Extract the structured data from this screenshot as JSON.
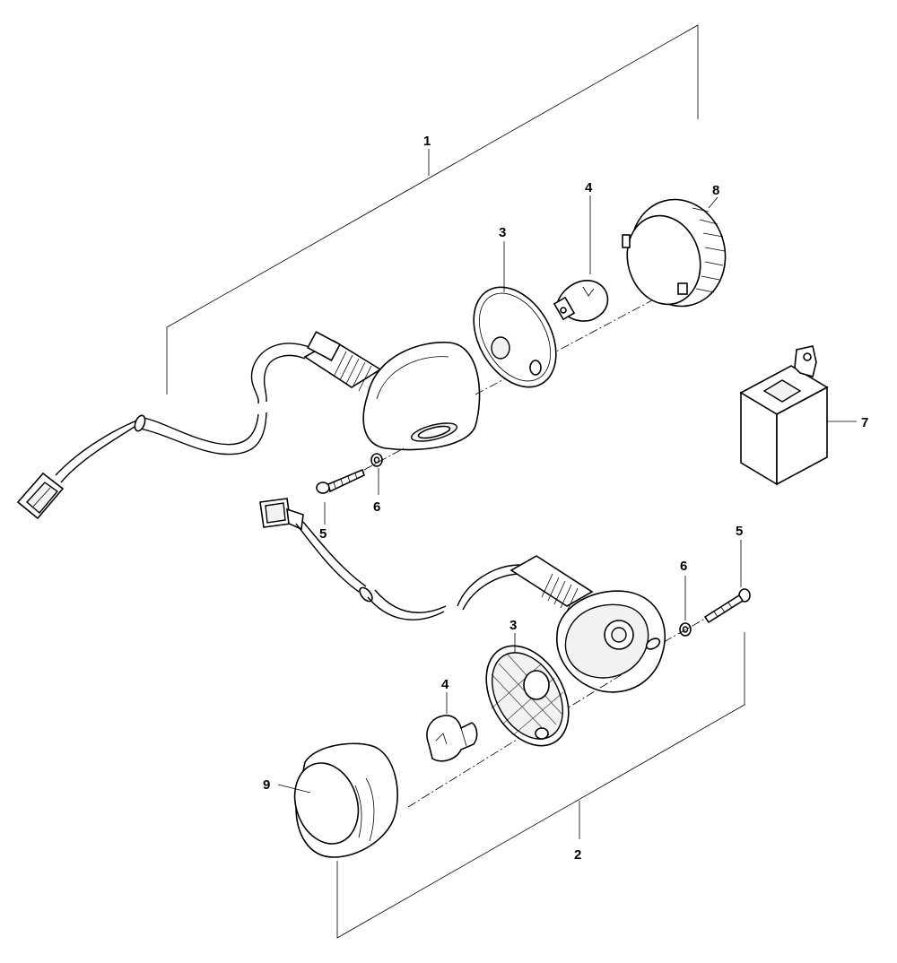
{
  "callouts": {
    "c1": "1",
    "c2": "2",
    "c3_upper": "3",
    "c3_lower": "3",
    "c4_upper": "4",
    "c4_lower": "4",
    "c5_left": "5",
    "c5_right": "5",
    "c6_left": "6",
    "c6_right": "6",
    "c7": "7",
    "c8": "8",
    "c9": "9"
  },
  "parts": {
    "upper_lamp_assembly": "turn-signal-assembly",
    "lower_lamp_assembly": "turn-signal-assembly",
    "lens_upper": "lens",
    "lens_lower": "lens",
    "reflector_upper": "reflector",
    "reflector_lower": "reflector",
    "bulb_upper": "bulb",
    "bulb_lower": "bulb",
    "screw": "screw",
    "washer": "washer",
    "relay": "flasher-relay",
    "connector": "wire-connector"
  }
}
